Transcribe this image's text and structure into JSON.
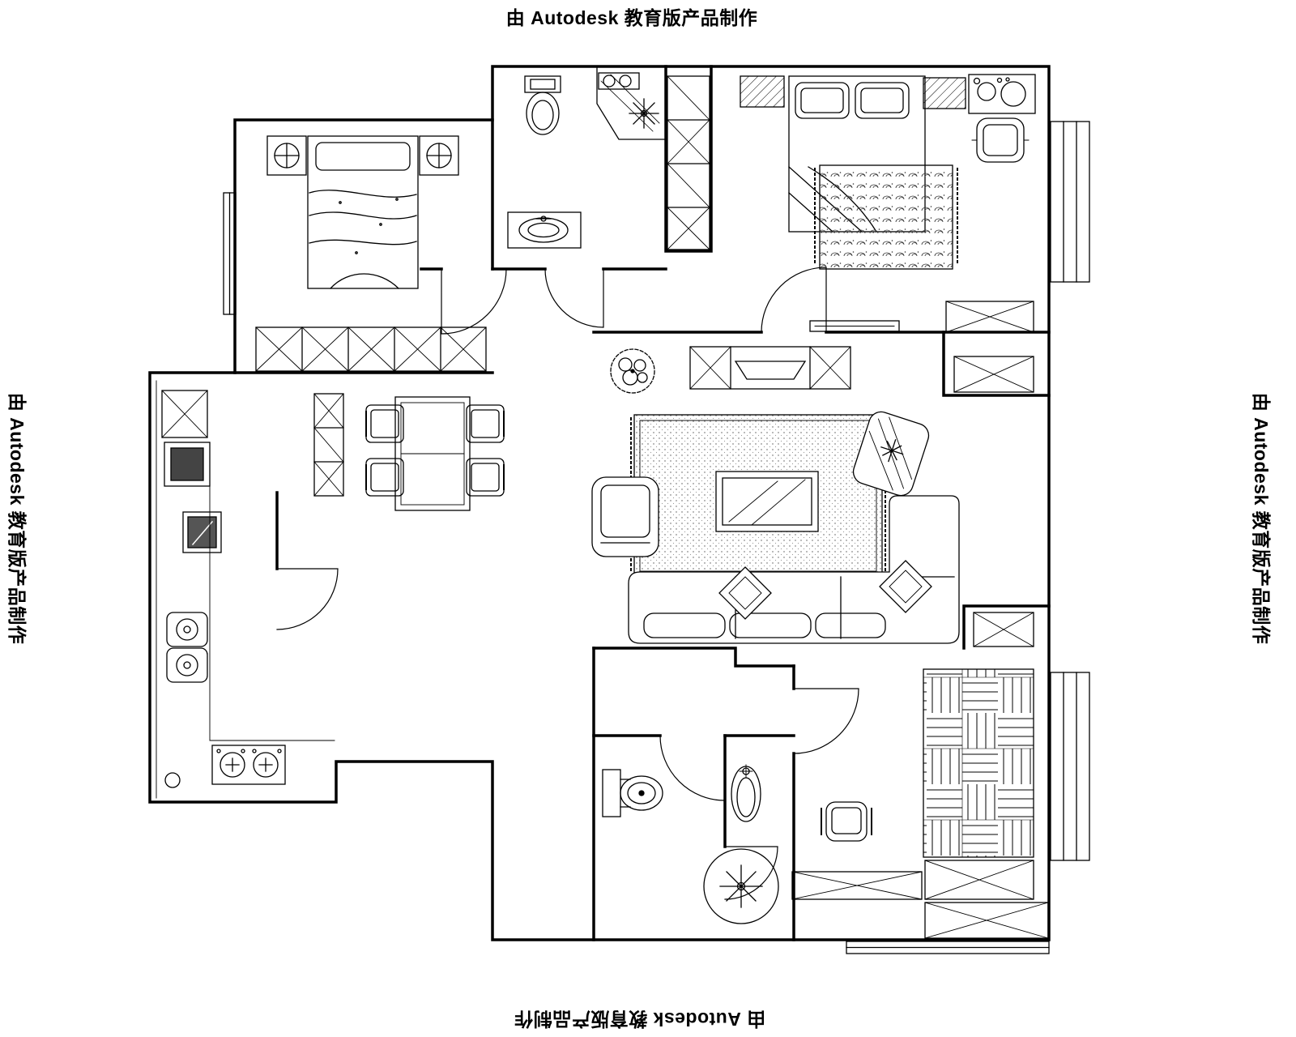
{
  "watermarks": {
    "top": "由 Autodesk 教育版产品制作",
    "right": "由 Autodesk 教育版产品制作",
    "bottom": "由 Autodesk 教育版产品制作",
    "left": "由 Autodesk 教育版产品制作"
  },
  "drawing": {
    "type": "floor-plan",
    "line_color": "#000000",
    "background_color": "#ffffff"
  }
}
